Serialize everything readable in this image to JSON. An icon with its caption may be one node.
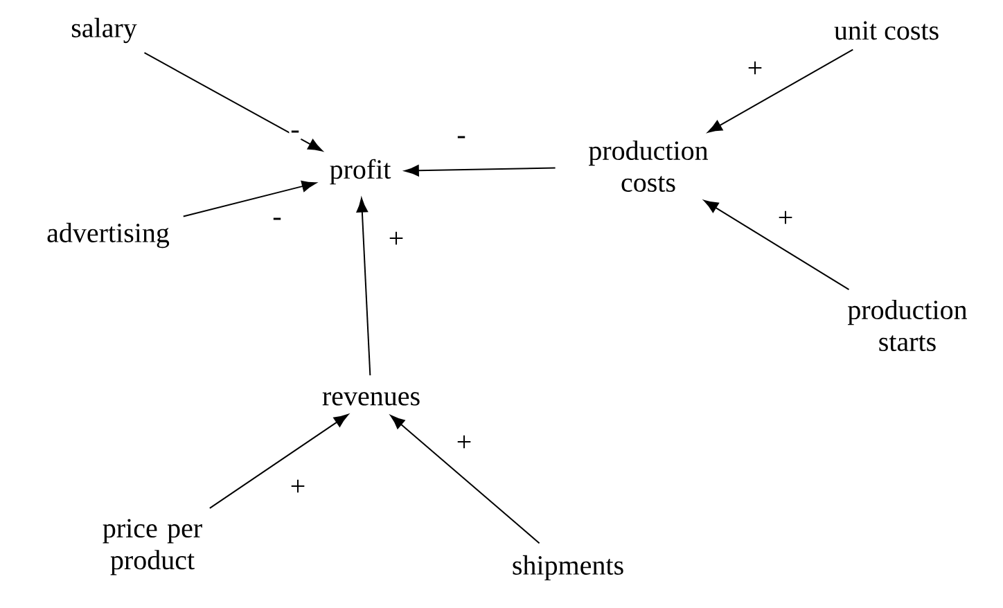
{
  "diagram": {
    "nodes": [
      {
        "text": [
          "salary"
        ]
      },
      {
        "text": [
          "profit"
        ]
      },
      {
        "text": [
          "advertising"
        ]
      },
      {
        "text": [
          "production costs"
        ]
      },
      {
        "text": [
          "unit costs"
        ]
      },
      {
        "text": [
          "production starts"
        ]
      },
      {
        "text": [
          "revenues"
        ]
      },
      {
        "text": [
          "price per product"
        ]
      },
      {
        "text": [
          "shipments"
        ]
      }
    ],
    "edges": [
      {
        "from": 0,
        "to": 1,
        "arrow": "to",
        "label": "-"
      },
      {
        "from": 2,
        "to": 1,
        "arrow": "to",
        "label": "-"
      },
      {
        "from": 3,
        "to": 1,
        "arrow": "to",
        "label": "-"
      },
      {
        "from": 6,
        "to": 1,
        "arrow": "to",
        "label": "+"
      },
      {
        "from": 4,
        "to": 3,
        "arrow": "to",
        "label": "+"
      },
      {
        "from": 5,
        "to": 3,
        "arrow": "to",
        "label": "+"
      },
      {
        "from": 7,
        "to": 6,
        "arrow": "to",
        "label": "+"
      },
      {
        "from": 8,
        "to": 6,
        "arrow": "to",
        "label": "+"
      }
    ]
  }
}
